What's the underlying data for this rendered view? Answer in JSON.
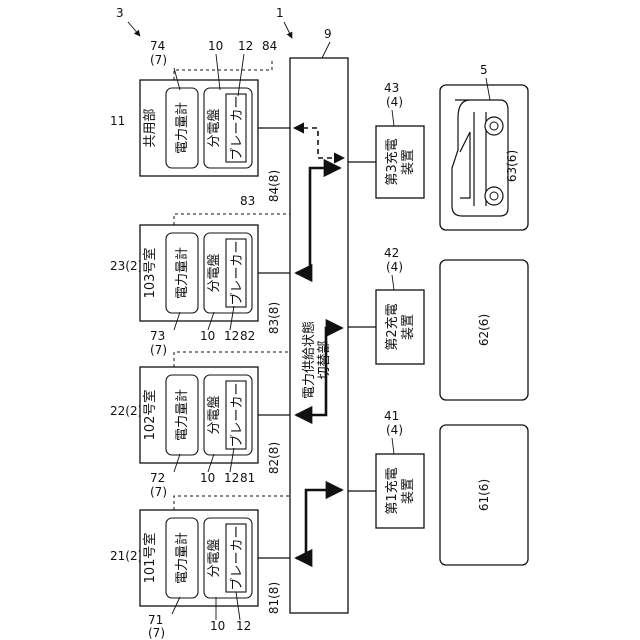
{
  "refs": {
    "system": "3",
    "device": "1"
  },
  "switching_unit": {
    "ref": "9",
    "label_line1": "電力供給状態",
    "label_line2": "切替部"
  },
  "labels": {
    "meter": "電力量計",
    "board": "分電盤",
    "breaker": "ブレーカー",
    "meter_subref": "(7)",
    "board_ref": "10",
    "breaker_ref": "12"
  },
  "rooms": [
    {
      "ref": "11",
      "name": "共用部",
      "meter_ref": "74",
      "line_ref": "84",
      "power_ref": "84(8)"
    },
    {
      "ref": "23(2)",
      "name": "103号室",
      "meter_ref": "73",
      "line_ref": "83",
      "power_ref": "83(8)"
    },
    {
      "ref": "22(2)",
      "name": "102号室",
      "meter_ref": "72",
      "line_ref": "82",
      "power_ref": "82(8)"
    },
    {
      "ref": "21(2)",
      "name": "101号室",
      "meter_ref": "71",
      "line_ref": "81",
      "power_ref": "81(8)"
    }
  ],
  "chargers": [
    {
      "ref": "43",
      "subref": "(4)",
      "label_line1": "第3充電",
      "label_line2": "装置"
    },
    {
      "ref": "42",
      "subref": "(4)",
      "label_line1": "第2充電",
      "label_line2": "装置"
    },
    {
      "ref": "41",
      "subref": "(4)",
      "label_line1": "第1充電",
      "label_line2": "装置"
    }
  ],
  "parking": [
    {
      "label": "63(6)"
    },
    {
      "label": "62(6)"
    },
    {
      "label": "61(6)"
    }
  ],
  "vehicle": {
    "ref": "5"
  }
}
